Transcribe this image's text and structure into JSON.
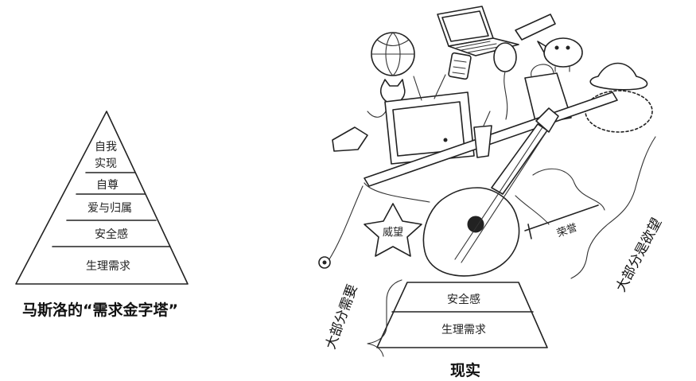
{
  "left_pyramid": {
    "levels": [
      "自我",
      "实现",
      "自尊",
      "爱与归属",
      "安全感",
      "生理需求"
    ],
    "caption": "马斯洛的“需求金字塔”"
  },
  "right_diagram": {
    "base_levels": [
      "安全感",
      "生理需求"
    ],
    "caption": "现实",
    "needs_label": "大部分需要",
    "wants_label": "大部分是欲望",
    "item_labels": {
      "prestige": "威望",
      "honor": "荣誉"
    }
  }
}
